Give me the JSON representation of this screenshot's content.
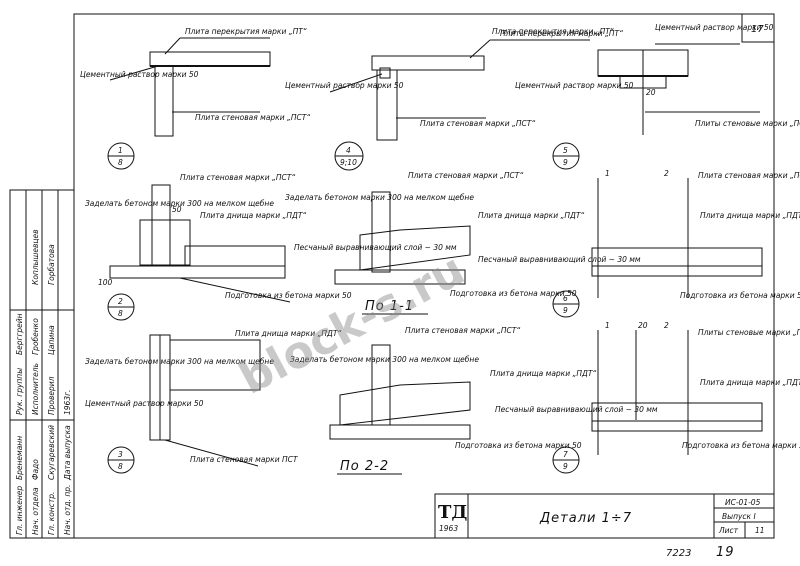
{
  "sheet": {
    "sheet_number_top": "17",
    "title": "Детали 1÷7",
    "series_code": "ИС-01-05",
    "issue": "Выпуск I",
    "sheet_label": "Лист",
    "sheet_no": "11",
    "logo_main": "ТД",
    "logo_year": "1963",
    "bottom_number_left": "7223",
    "bottom_number_right": "19",
    "watermark": "block-s.ru"
  },
  "side_stamp": {
    "roles": [
      "Гл. инженер",
      "Нач. отдела",
      "Гл. констр.",
      "Рук. группы",
      "Исполнитель",
      "Проверил"
    ],
    "names": [
      "Бренеманн",
      "Фадо",
      "Скугаревский",
      "Берггрейн",
      "Гробенко",
      "Цапина"
    ],
    "dept_col": [
      "Нач. отд. пр.",
      "Дата выпуска"
    ],
    "dept_vals": [
      "Горбатова",
      "Коплышевцев"
    ],
    "date": "1963г."
  },
  "labels": {
    "plate_overlap_pt": "Плита перекрытия марки „ПТ“",
    "plates_overlap_pt": "Плиты перекрытия марки „ПТ“",
    "cement_mortar_50": "Цементный раствор марки 50",
    "wall_plate_pst": "Плита стеновая марки „ПСТ“",
    "wall_plates_pst": "Плиты стеновые марки „ПСТ“",
    "bottom_plate_pdt": "Плита днища марки „ПДТ“",
    "seal_concrete_300": "Заделать бетоном марки 300 на мелком щебне",
    "sand_layer": "Песчаный выравнивающий слой ~ 30 мм",
    "concrete_prep_50": "Подготовка из бетона марки 50",
    "wall_plate_pst_plain": "Плита стеновая марки ПСТ",
    "cement_mortar_short": "Цементный раствор марки 50",
    "section_1": "По 1-1",
    "section_2": "По 2-2"
  },
  "dims": {
    "d50": "50",
    "d20": "20",
    "d100": "100",
    "d1": "1",
    "d2": "2"
  },
  "bubbles": [
    {
      "top": "1",
      "bottom": "8"
    },
    {
      "top": "4",
      "bottom": "9;10"
    },
    {
      "top": "5",
      "bottom": "9"
    },
    {
      "top": "2",
      "bottom": "8"
    },
    {
      "top": "6",
      "bottom": "9"
    },
    {
      "top": "3",
      "bottom": "8"
    },
    {
      "top": "7",
      "bottom": "9"
    }
  ]
}
